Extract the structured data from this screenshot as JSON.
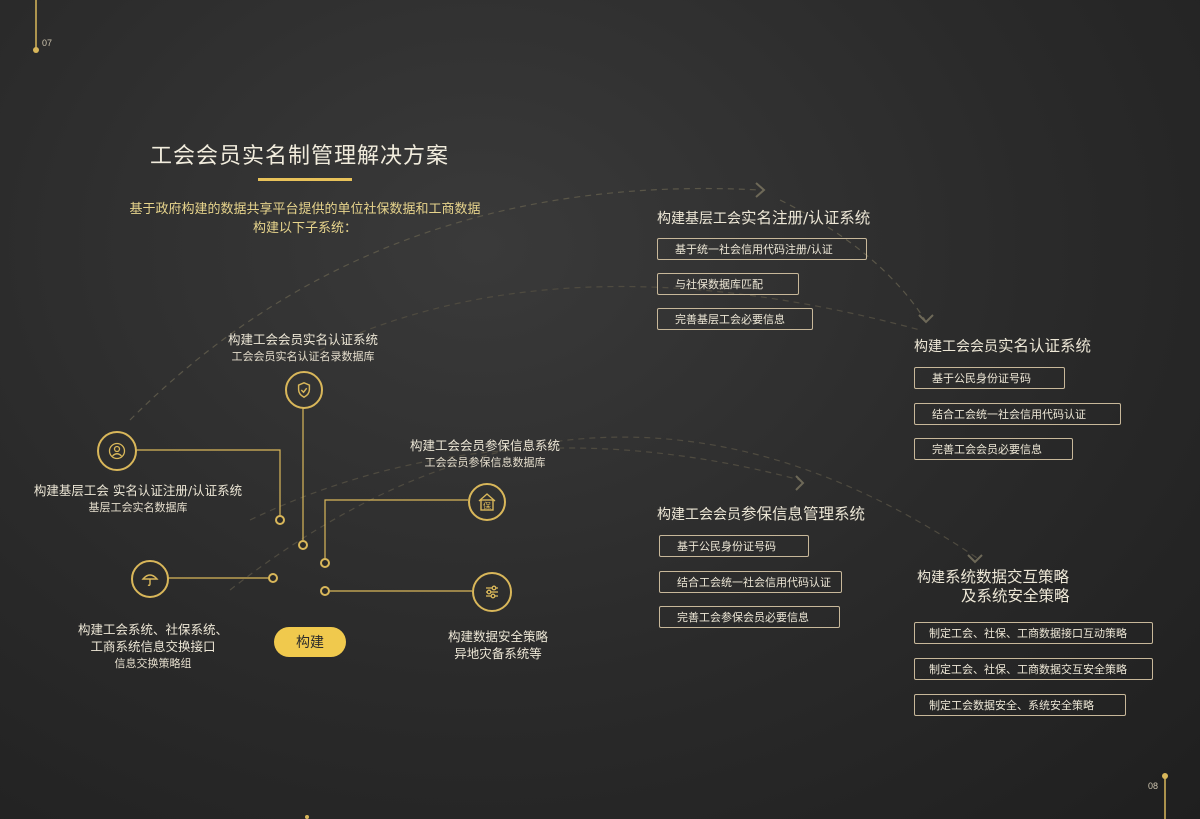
{
  "page": {
    "left_num": "07",
    "right_num": "08"
  },
  "title": "工会会员实名制管理解决方案",
  "intro": {
    "line1": "基于政府构建的数据共享平台提供的单位社保数据和工商数据",
    "line2": "构建以下子系统："
  },
  "center_button": "构建",
  "nodes": {
    "auth": {
      "title": "构建工会会员实名认证系统",
      "sub": "工会会员实名认证名录数据库",
      "icon": "shield-check-icon"
    },
    "register": {
      "title": "构建基层工会 实名认证注册/认证系统",
      "sub": "基层工会实名数据库",
      "icon": "user-icon"
    },
    "insurance": {
      "title": "构建工会会员参保信息系统",
      "sub": "工会会员参保信息数据库",
      "icon": "house-bao-icon",
      "icon_text": "保"
    },
    "interface": {
      "line1": "构建工会系统、社保系统、",
      "line2": "工商系统信息交换接口",
      "sub": "信息交换策略组",
      "icon": "umbrella-icon"
    },
    "security": {
      "line1": "构建数据安全策略",
      "line2": "异地灾备系统等",
      "icon": "sliders-icon"
    }
  },
  "sections": {
    "s1": {
      "title_prefix": "构建基层工会",
      "title_main": "实名注册/认证系统",
      "items": [
        "基于统一社会信用代码注册/认证",
        "与社保数据库匹配",
        "完善基层工会必要信息"
      ]
    },
    "s2": {
      "title_prefix": "构建工会会员",
      "title_main": "实名认证系统",
      "items": [
        "基于公民身份证号码",
        "结合工会统一社会信用代码认证",
        "完善工会会员必要信息"
      ]
    },
    "s3": {
      "title_prefix": "构建工会会员",
      "title_main": "参保信息管理系统",
      "items": [
        "基于公民身份证号码",
        "结合工会统一社会信用代码认证",
        "完善工会参保会员必要信息"
      ]
    },
    "s4": {
      "title_prefix": "构建",
      "title_main": "系统数据交互策略",
      "title_line2": "及系统安全策略",
      "items": [
        "制定工会、社保、工商数据接口互动策略",
        "制定工会、社保、工商数据交互安全策略",
        "制定工会数据安全、系统安全策略"
      ]
    }
  },
  "colors": {
    "accent": "#e8c25a",
    "background": "#2b2b2b",
    "text": "#ede7d6"
  }
}
